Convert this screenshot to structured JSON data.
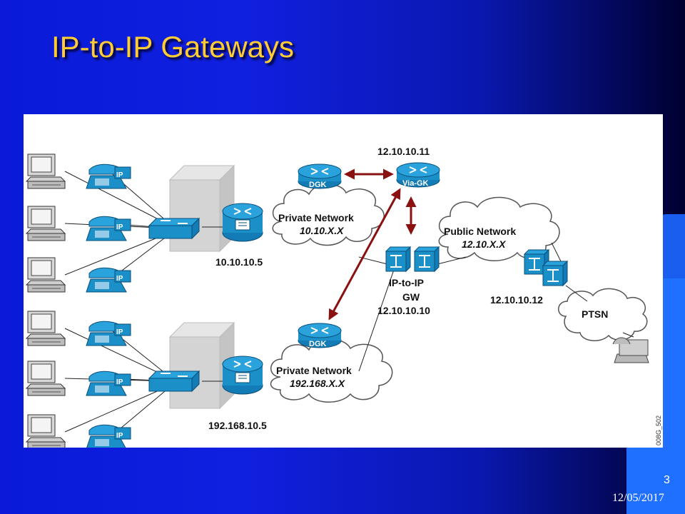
{
  "slide": {
    "title": "IP-to-IP Gateways",
    "page_number": "3",
    "date": "12/05/2017"
  },
  "diagram": {
    "figure_code": "008G_502",
    "icons": {
      "dgk": "DGK",
      "via_gk": "Via-GK",
      "ip": "IP"
    },
    "labels": {
      "via_gk_ip": "12.10.10.11",
      "private_net_1_title": "Private Network",
      "private_net_1_addr": "10.10.X.X",
      "router_1_ip": "10.10.10.5",
      "public_net_title": "Public Network",
      "public_net_addr": "12.10.X.X",
      "ipip_gw_line1": "IP-to-IP",
      "ipip_gw_line2": "GW",
      "ipip_gw_ip": "12.10.10.10",
      "public_gw_ip": "12.10.10.12",
      "ptsn": "PTSN",
      "private_net_2_title": "Private Network",
      "private_net_2_addr": "192.168.X.X",
      "router_2_ip": "192.168.10.5"
    },
    "colors": {
      "device_blue": "#1a8fc8",
      "arrow_red": "#8b1010",
      "cloud_stroke": "#555555"
    }
  }
}
